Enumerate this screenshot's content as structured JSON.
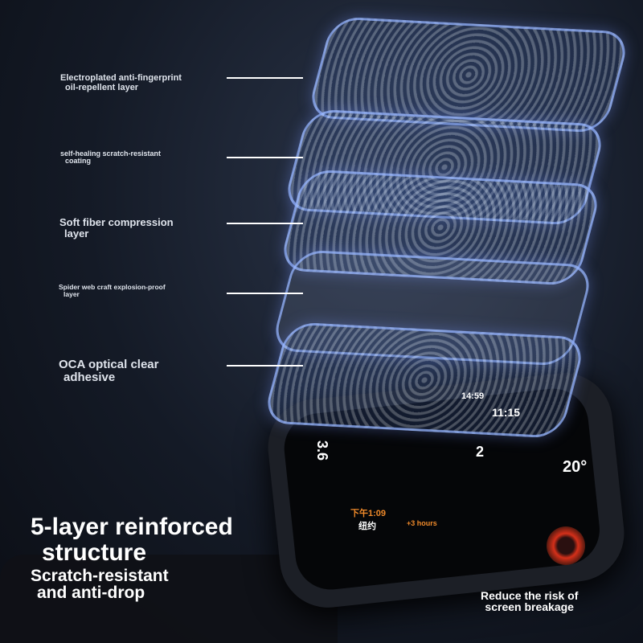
{
  "labels": [
    {
      "line1": "Electroplated anti-fingerprint",
      "line2": "oil-repellent layer"
    },
    {
      "line1": "self-healing scratch-resistant",
      "line2": "coating"
    },
    {
      "line1": "Soft fiber compression",
      "line2": "layer"
    },
    {
      "line1": "Spider web craft explosion-proof",
      "line2": "layer"
    },
    {
      "line1": "OCA optical clear",
      "line2": "adhesive"
    }
  ],
  "watch_face": {
    "time_top": "14:59",
    "time_mid": "11:15",
    "temp": "20°",
    "left_num": "3.6",
    "bottom": "下午1:09",
    "bottom2": "纽约",
    "hours": "+3 hours",
    "num2": "2"
  },
  "headline": {
    "line1": "5-layer reinforced",
    "line2": "structure"
  },
  "subheadline": {
    "line1": "Scratch-resistant",
    "line2": "and anti-drop"
  },
  "tagline": {
    "line1": "Reduce the risk of",
    "line2": "screen breakage"
  }
}
